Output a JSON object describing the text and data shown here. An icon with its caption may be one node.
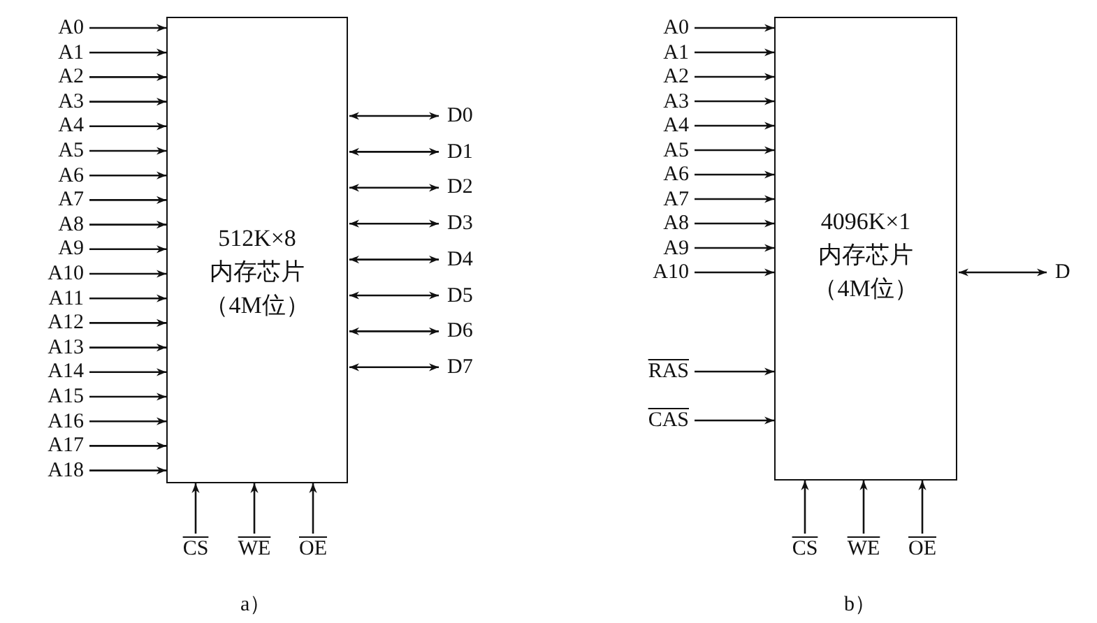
{
  "diagram": {
    "nodes": [
      {
        "text": [
          "512K×8",
          "内存芯片",
          "（4M位）"
        ]
      },
      {
        "text": [
          "A0"
        ]
      },
      {
        "text": [
          "A1"
        ]
      },
      {
        "text": [
          "A2"
        ]
      },
      {
        "text": [
          "A3"
        ]
      },
      {
        "text": [
          "A4"
        ]
      },
      {
        "text": [
          "A5"
        ]
      },
      {
        "text": [
          "A6"
        ]
      },
      {
        "text": [
          "A7"
        ]
      },
      {
        "text": [
          "A8"
        ]
      },
      {
        "text": [
          "A9"
        ]
      },
      {
        "text": [
          "A10"
        ]
      },
      {
        "text": [
          "A11"
        ]
      },
      {
        "text": [
          "A12"
        ]
      },
      {
        "text": [
          "A13"
        ]
      },
      {
        "text": [
          "A14"
        ]
      },
      {
        "text": [
          "A15"
        ]
      },
      {
        "text": [
          "A16"
        ]
      },
      {
        "text": [
          "A17"
        ]
      },
      {
        "text": [
          "A18"
        ]
      },
      {
        "text": [
          "D0"
        ]
      },
      {
        "text": [
          "D1"
        ]
      },
      {
        "text": [
          "D2"
        ]
      },
      {
        "text": [
          "D3"
        ]
      },
      {
        "text": [
          "D4"
        ]
      },
      {
        "text": [
          "D5"
        ]
      },
      {
        "text": [
          "D6"
        ]
      },
      {
        "text": [
          "D7"
        ]
      },
      {
        "text": [
          "CS"
        ]
      },
      {
        "text": [
          "WE"
        ]
      },
      {
        "text": [
          "OE"
        ]
      },
      {
        "text": [
          "4096K×1",
          "内存芯片",
          "（4M位）"
        ]
      },
      {
        "text": [
          "A0"
        ]
      },
      {
        "text": [
          "A1"
        ]
      },
      {
        "text": [
          "A2"
        ]
      },
      {
        "text": [
          "A3"
        ]
      },
      {
        "text": [
          "A4"
        ]
      },
      {
        "text": [
          "A5"
        ]
      },
      {
        "text": [
          "A6"
        ]
      },
      {
        "text": [
          "A7"
        ]
      },
      {
        "text": [
          "A8"
        ]
      },
      {
        "text": [
          "A9"
        ]
      },
      {
        "text": [
          "A10"
        ]
      },
      {
        "text": [
          "RAS"
        ]
      },
      {
        "text": [
          "CAS"
        ]
      },
      {
        "text": [
          "D"
        ]
      },
      {
        "text": [
          "CS"
        ]
      },
      {
        "text": [
          "WE"
        ]
      },
      {
        "text": [
          "OE"
        ]
      }
    ],
    "edges": [
      {
        "from": 1,
        "to": 0,
        "arrow": "to"
      },
      {
        "from": 2,
        "to": 0,
        "arrow": "to"
      },
      {
        "from": 3,
        "to": 0,
        "arrow": "to"
      },
      {
        "from": 4,
        "to": 0,
        "arrow": "to"
      },
      {
        "from": 5,
        "to": 0,
        "arrow": "to"
      },
      {
        "from": 6,
        "to": 0,
        "arrow": "to"
      },
      {
        "from": 7,
        "to": 0,
        "arrow": "to"
      },
      {
        "from": 8,
        "to": 0,
        "arrow": "to"
      },
      {
        "from": 9,
        "to": 0,
        "arrow": "to"
      },
      {
        "from": 10,
        "to": 0,
        "arrow": "to"
      },
      {
        "from": 11,
        "to": 0,
        "arrow": "to"
      },
      {
        "from": 12,
        "to": 0,
        "arrow": "to"
      },
      {
        "from": 13,
        "to": 0,
        "arrow": "to"
      },
      {
        "from": 14,
        "to": 0,
        "arrow": "to"
      },
      {
        "from": 15,
        "to": 0,
        "arrow": "to"
      },
      {
        "from": 16,
        "to": 0,
        "arrow": "to"
      },
      {
        "from": 17,
        "to": 0,
        "arrow": "to"
      },
      {
        "from": 18,
        "to": 0,
        "arrow": "to"
      },
      {
        "from": 19,
        "to": 0,
        "arrow": "to"
      },
      {
        "from": 0,
        "to": 20,
        "arrow": "both"
      },
      {
        "from": 0,
        "to": 21,
        "arrow": "both"
      },
      {
        "from": 0,
        "to": 22,
        "arrow": "both"
      },
      {
        "from": 0,
        "to": 23,
        "arrow": "both"
      },
      {
        "from": 0,
        "to": 24,
        "arrow": "both"
      },
      {
        "from": 0,
        "to": 25,
        "arrow": "both"
      },
      {
        "from": 0,
        "to": 26,
        "arrow": "both"
      },
      {
        "from": 0,
        "to": 27,
        "arrow": "both"
      },
      {
        "from": 28,
        "to": 0,
        "arrow": "to"
      },
      {
        "from": 29,
        "to": 0,
        "arrow": "to"
      },
      {
        "from": 30,
        "to": 0,
        "arrow": "to"
      },
      {
        "from": 32,
        "to": 31,
        "arrow": "to"
      },
      {
        "from": 33,
        "to": 31,
        "arrow": "to"
      },
      {
        "from": 34,
        "to": 31,
        "arrow": "to"
      },
      {
        "from": 35,
        "to": 31,
        "arrow": "to"
      },
      {
        "from": 36,
        "to": 31,
        "arrow": "to"
      },
      {
        "from": 37,
        "to": 31,
        "arrow": "to"
      },
      {
        "from": 38,
        "to": 31,
        "arrow": "to"
      },
      {
        "from": 39,
        "to": 31,
        "arrow": "to"
      },
      {
        "from": 40,
        "to": 31,
        "arrow": "to"
      },
      {
        "from": 41,
        "to": 31,
        "arrow": "to"
      },
      {
        "from": 42,
        "to": 31,
        "arrow": "to"
      },
      {
        "from": 43,
        "to": 31,
        "arrow": "to"
      },
      {
        "from": 44,
        "to": 31,
        "arrow": "to"
      },
      {
        "from": 31,
        "to": 45,
        "arrow": "both"
      },
      {
        "from": 46,
        "to": 31,
        "arrow": "to"
      },
      {
        "from": 47,
        "to": 31,
        "arrow": "to"
      },
      {
        "from": 48,
        "to": 31,
        "arrow": "to"
      }
    ],
    "labels": [
      "a）",
      "b）"
    ]
  }
}
